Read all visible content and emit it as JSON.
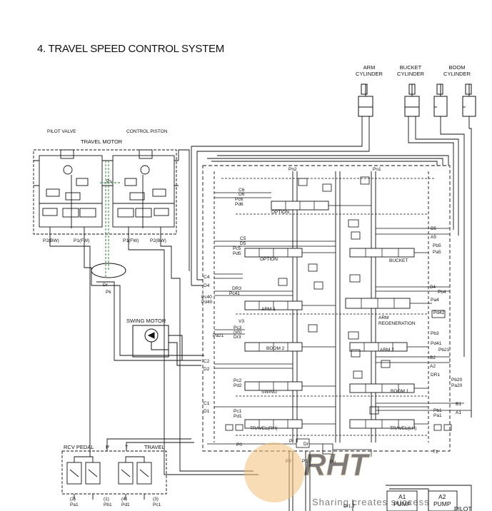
{
  "title": "4. TRAVEL SPEED CONTROL SYSTEM",
  "top_components": {
    "arm_cylinder": [
      "ARM",
      "CYLINDER"
    ],
    "bucket_cylinder": [
      "BUCKET",
      "CYLINDER"
    ],
    "boom_cylinder": [
      "BOOM",
      "CYLINDER"
    ]
  },
  "travel_motor": {
    "pilot_valve": "PILOT VALVE",
    "control_piston": "CONTROL PISTON",
    "travel_motor": "TRAVEL MOTOR",
    "ps": "Ps",
    "ports": [
      "P2(BW)",
      "P1(FW)",
      "P1(FW)",
      "P2(BW)"
    ],
    "dr": "Dr",
    "pk": "Pk"
  },
  "swing_motor": "SWING MOTOR",
  "rcv_pedal": {
    "label": "RCV PEDAL",
    "p": "P",
    "t": "T",
    "travel": "TRAVEL",
    "nums": [
      "(2)",
      "(1)",
      "(4)",
      "(3)"
    ],
    "ports": [
      "Pa1",
      "Pb1",
      "Pd1",
      "Pc1"
    ]
  },
  "valve_labels": {
    "option_top": "OPTION",
    "option_left": "OPTION",
    "bucket": "BUCKET",
    "arm1": "ARM 1",
    "arm_regen": [
      "ARM",
      "REGENERATION"
    ],
    "boom2": "BOOM 2",
    "arm2": "ARM 2",
    "swing": "SWING",
    "boom1": "BOOM 1",
    "travel_rh": "TRAVEL(RH)",
    "travel_lh": "TRAVEL(LH)"
  },
  "left_ports": [
    "C6",
    "D6",
    "Pc6",
    "Pd6",
    "C5",
    "D5",
    "Pc5",
    "Pd5",
    "C4",
    "D4",
    "DR3",
    "Pc41",
    "Pc40",
    "Pd40",
    "V3",
    "Pc3",
    "(sh)",
    "Dr3",
    "Pa21",
    "C2",
    "D2",
    "Pc2",
    "Pd2",
    "C1",
    "D1",
    "Pc1",
    "Pd1",
    "P0"
  ],
  "right_ports": [
    "B5",
    "A5",
    "Pb5",
    "Pa5",
    "B4",
    "Pb4",
    "Pa4",
    "Pd42",
    "Pb3",
    "Pd41",
    "B2",
    "A2",
    "Pb21",
    "DR1",
    "Pb20",
    "Pa20",
    "B1",
    "A1",
    "Pb1",
    "Pa1",
    "T1"
  ],
  "top_ports": [
    "Pn2",
    "Pn1"
  ],
  "misc_ports": [
    "Pt",
    "Dr",
    "Pu",
    "P2",
    "P1",
    "Dr1,T"
  ],
  "pumps": [
    {
      "name": "A1",
      "label": "PUMP"
    },
    {
      "name": "A2",
      "label": "PUMP"
    }
  ],
  "pilot": "PILOT",
  "watermark": {
    "logo": "RHT",
    "tagline": "Sharing creates success"
  }
}
